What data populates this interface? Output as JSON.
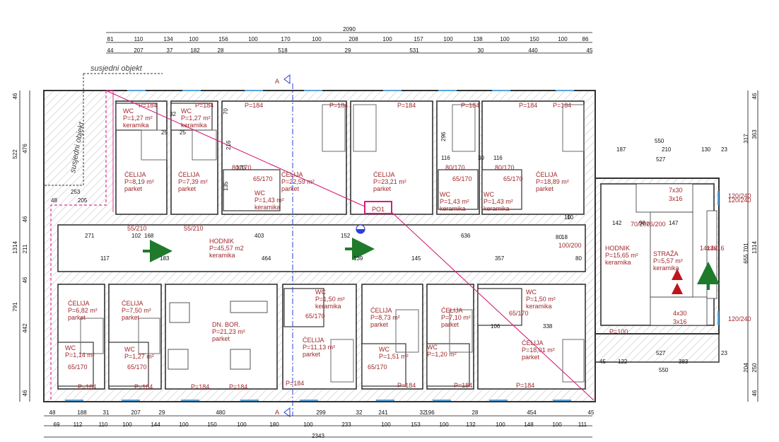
{
  "annotations": {
    "neighbor_top": "susjedni objekt",
    "neighbor_side": "susjedni objekt",
    "section_mark": "A",
    "section_mark_bottom": "A",
    "plan_code": "PO1"
  },
  "dimensions": {
    "top_total": "2090",
    "top_row1": [
      "81",
      "110",
      "134",
      "100",
      "156",
      "100",
      "170",
      "100",
      "208",
      "100",
      "157",
      "100",
      "138",
      "100",
      "150",
      "100",
      "86"
    ],
    "top_row2": [
      "44",
      "207",
      "37",
      "182",
      "28",
      "518",
      "29",
      "531",
      "30",
      "440",
      "45"
    ],
    "bottom_row1": [
      "48",
      "188",
      "31",
      "207",
      "29",
      "480",
      "299",
      "32",
      "241",
      "32",
      "196",
      "28",
      "454",
      "45"
    ],
    "bottom_row2": [
      "69",
      "112",
      "110",
      "100",
      "144",
      "100",
      "150",
      "100",
      "180",
      "100",
      "233",
      "100",
      "153",
      "100",
      "132",
      "100",
      "148",
      "100",
      "111"
    ],
    "bottom_total": "2343",
    "left_outer": [
      "46",
      "522",
      "1314",
      "791"
    ],
    "left_inner": [
      "476",
      "46",
      "211",
      "46",
      "442",
      "46"
    ],
    "right_outer": [
      "46",
      "363",
      "1314",
      "250",
      "46"
    ],
    "right_inner": [
      "317",
      "655",
      "701",
      "204"
    ],
    "interior": [
      "253",
      "205",
      "48",
      "271",
      "168",
      "403",
      "636",
      "102",
      "117",
      "183",
      "464",
      "139",
      "145",
      "357",
      "80",
      "80",
      "18",
      "10",
      "187",
      "210",
      "130",
      "527",
      "550",
      "142",
      "98",
      "147",
      "122",
      "383",
      "527",
      "550",
      "23",
      "23",
      "45",
      "106",
      "338",
      "116",
      "116",
      "30",
      "296",
      "216",
      "135",
      "32",
      "25",
      "25",
      "70",
      "170"
    ]
  },
  "rooms": [
    {
      "name": "ĆELIJA",
      "area": "P=8,19 m²",
      "floor": "parket"
    },
    {
      "name": "ĆELIJA",
      "area": "P=7,39 m²",
      "floor": "parket"
    },
    {
      "name": "ĆELIJA",
      "area": "P=22,59 m²",
      "floor": "parket"
    },
    {
      "name": "WC",
      "area": "P=1,43 m²",
      "floor": "keramika"
    },
    {
      "name": "ĆELIJA",
      "area": "P=23,21 m²",
      "floor": "parket"
    },
    {
      "name": "WC",
      "area": "P=1,43 m²",
      "floor": "keramika"
    },
    {
      "name": "WC",
      "area": "P=1,43 m²",
      "floor": "keramika"
    },
    {
      "name": "ĆELIJA",
      "area": "P=18,89 m²",
      "floor": "parket"
    },
    {
      "name": "HODNIK",
      "area": "P=45,57 m2",
      "floor": "keramika"
    },
    {
      "name": "HODNIK",
      "area": "P=15,65 m²",
      "floor": "keramika"
    },
    {
      "name": "STRAŽA",
      "area": "P=5,57 m²",
      "floor": "keramika"
    },
    {
      "name": "ĆELIJA",
      "area": "P=6,82 m²",
      "floor": "parket"
    },
    {
      "name": "ĆELIJA",
      "area": "P=7,50 m²",
      "floor": "parket"
    },
    {
      "name": "DN. BOR.",
      "area": "P=21,23 m²",
      "floor": "parket"
    },
    {
      "name": "WC",
      "area": "P=1,50 m²",
      "floor": "keramika"
    },
    {
      "name": "ĆELIJA",
      "area": "P=11,13 m²",
      "floor": "parket"
    },
    {
      "name": "ĆELIJA",
      "area": "P=8,73 m²",
      "floor": "parket"
    },
    {
      "name": "ĆELIJA",
      "area": "P=7,10 m²",
      "floor": "parket"
    },
    {
      "name": "WC",
      "area": "P=1,50 m²",
      "floor": "keramika"
    },
    {
      "name": "ĆELIJA",
      "area": "P=18,01 m²",
      "floor": "parket"
    },
    {
      "name": "WC",
      "area": "P=1,14 m²",
      "floor": ""
    },
    {
      "name": "WC",
      "area": "P=1,27 m²",
      "floor": ""
    },
    {
      "name": "WC",
      "area": "P=1,51 m²",
      "floor": ""
    },
    {
      "name": "WC",
      "area": "P=1,20 m²",
      "floor": ""
    },
    {
      "name": "WC",
      "area": "P=1,27 m²",
      "floor": "keramika"
    },
    {
      "name": "WC",
      "area": "P=1,27 m²",
      "floor": "keramika"
    }
  ],
  "sill_labels": [
    "P=184",
    "P=184",
    "P=184",
    "P=184",
    "P=184",
    "P=184",
    "P=184",
    "P=184",
    "P=184",
    "P=184",
    "P=184",
    "P=184",
    "P=184",
    "P=184",
    "P=184",
    "P=184",
    "P=100"
  ],
  "opening_labels": [
    "65/170",
    "65/170",
    "65/170",
    "65/170",
    "65/170",
    "65/170",
    "65/170",
    "65/170",
    "120/240",
    "120/240",
    "120/240",
    "7x30",
    "3x16",
    "4x30",
    "3x16",
    "14x30",
    "14x16",
    "55/210",
    "55/210",
    "100/200",
    "70/200",
    "76/200",
    "80/170",
    "80/170",
    "80/170"
  ],
  "symbols": {
    "fire_ext": "152",
    "room_no": "10"
  }
}
